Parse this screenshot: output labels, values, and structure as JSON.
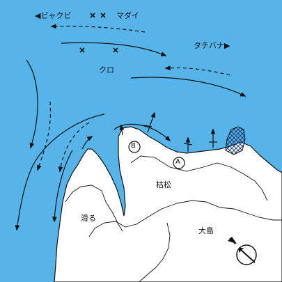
{
  "colors": {
    "sea": "#57b4ea",
    "land": "#ffffff",
    "line": "#111111",
    "reef_hatch": "#1a3a6e"
  },
  "sea_labels": {
    "biyakubi": "ビャクビ",
    "madai": "マダイ",
    "tachibana": "タチバナ",
    "kuro": "クロ"
  },
  "land_labels": {
    "kare_matsu": "枯松",
    "nameru": "滑る",
    "oshima": "大島"
  },
  "spot_markers": {
    "a": "A",
    "b": "B"
  },
  "icons": [
    "cross-mark-icon",
    "fishing-rod-icon",
    "current-arrow-icon",
    "compass-icon",
    "reef-hatch-icon"
  ]
}
